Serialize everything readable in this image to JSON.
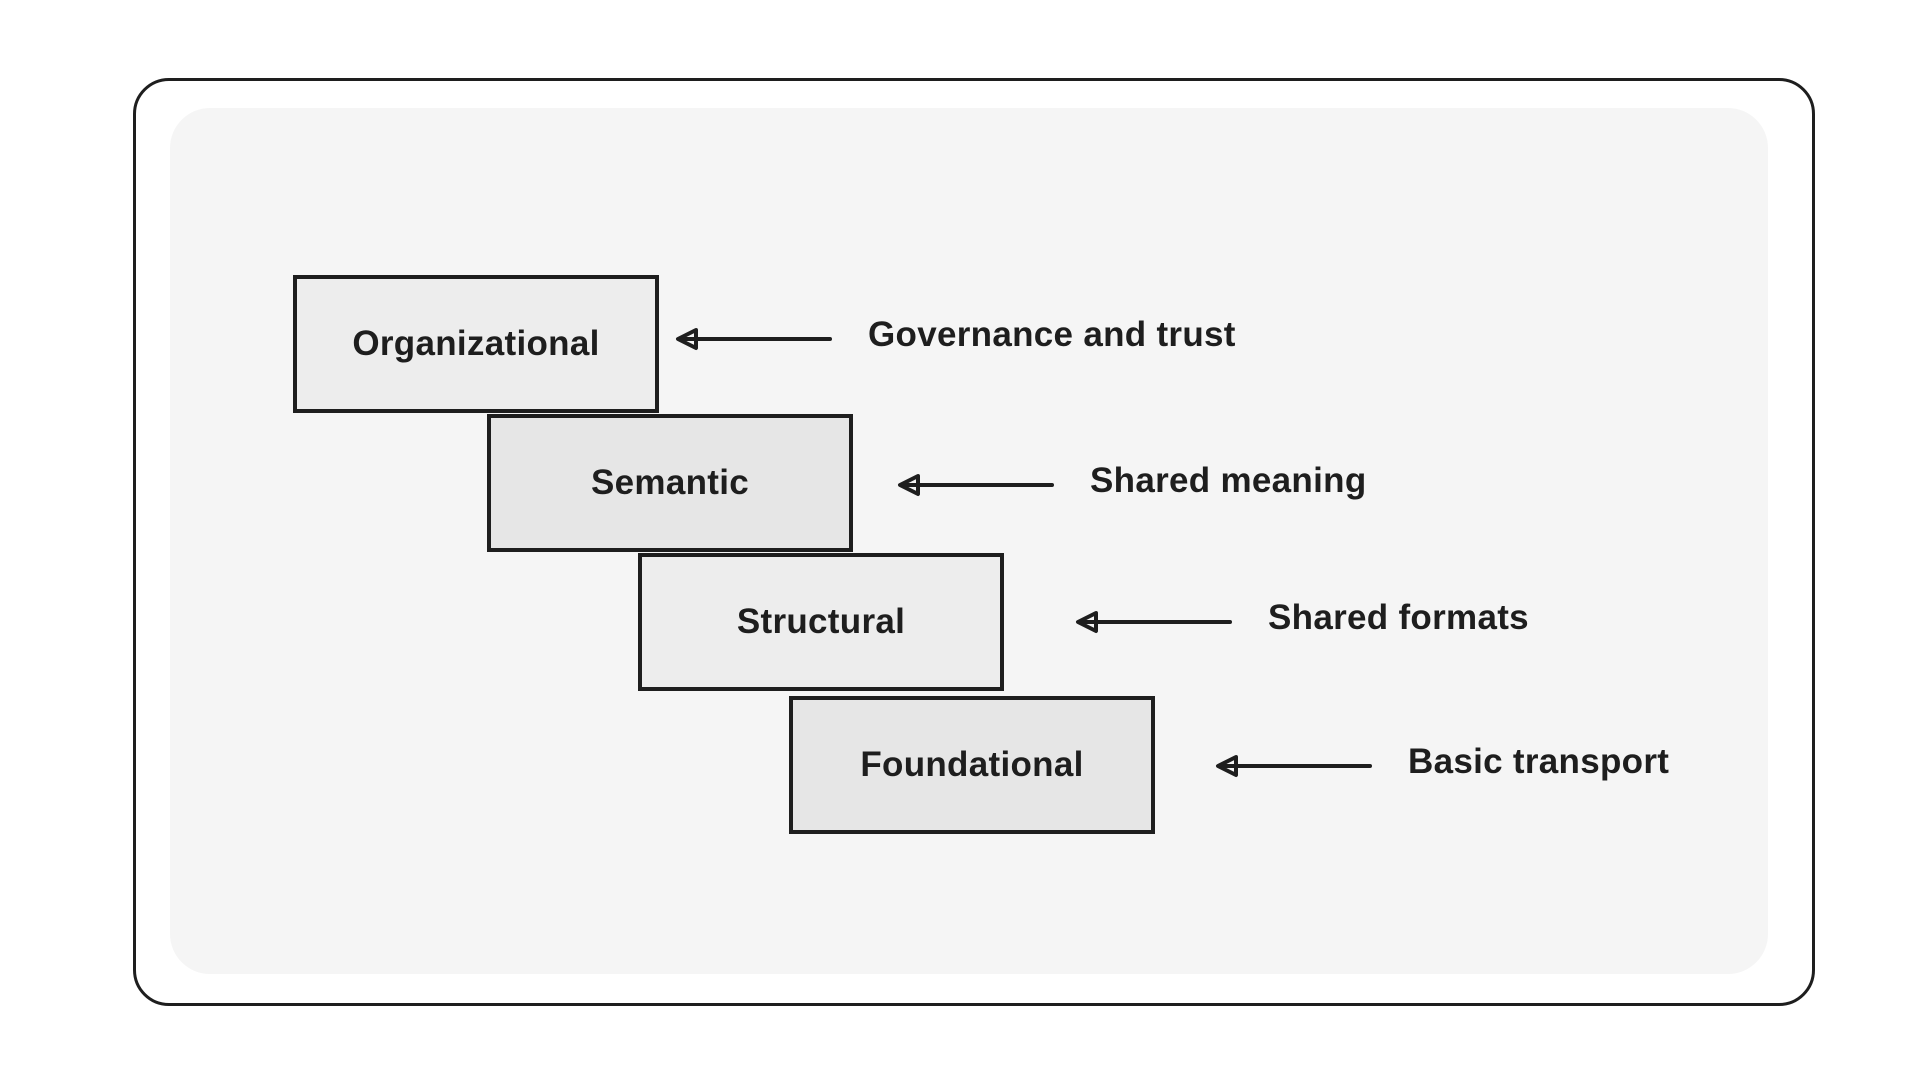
{
  "layers": [
    {
      "label": "Organizational",
      "description": "Governance and trust"
    },
    {
      "label": "Semantic",
      "description": "Shared meaning"
    },
    {
      "label": "Structural",
      "description": "Shared formats"
    },
    {
      "label": "Foundational",
      "description": "Basic transport"
    }
  ],
  "colors": {
    "stroke": "#1e1e1e",
    "panel": "#f5f5f5",
    "box_light": "#ededed",
    "box_mid": "#e6e6e6"
  }
}
